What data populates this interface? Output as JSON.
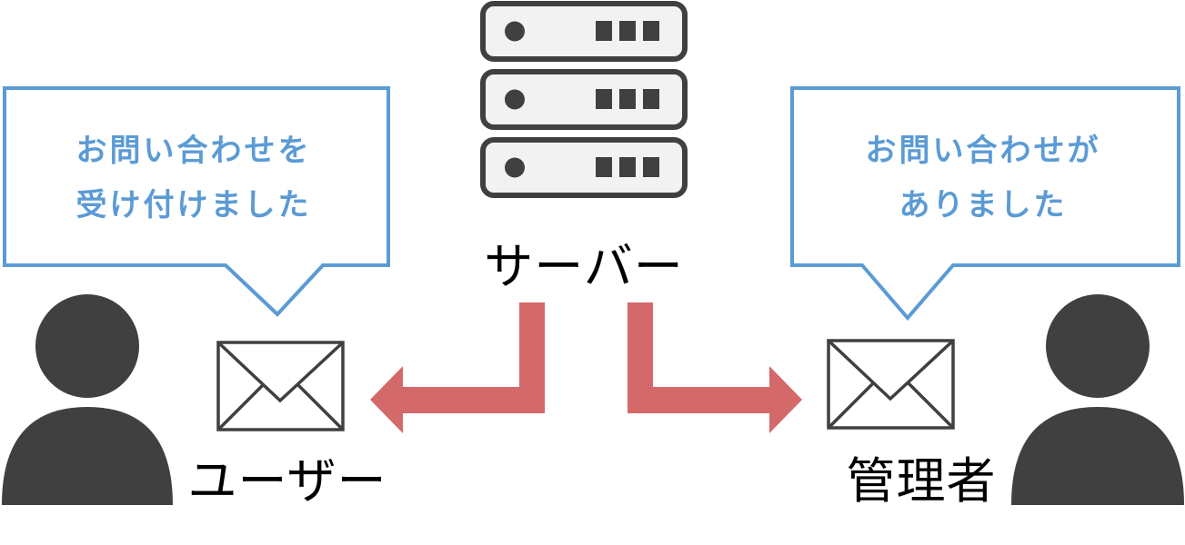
{
  "colors": {
    "bubble_stroke": "#5b9bd5",
    "bubble_text": "#5b9bd5",
    "arrow": "#d4696a",
    "dark": "#404040",
    "server_fill": "#f2f2f2",
    "label": "#000000"
  },
  "user_bubble": {
    "line1": "お問い合わせを",
    "line2": "受け付けました"
  },
  "admin_bubble": {
    "line1": "お問い合わせが",
    "line2": "ありました"
  },
  "labels": {
    "server": "サーバー",
    "user": "ユーザー",
    "admin": "管理者"
  },
  "icons": {
    "server": "server-rack-icon",
    "user": "person-icon",
    "admin": "person-icon",
    "mail": "envelope-icon"
  }
}
